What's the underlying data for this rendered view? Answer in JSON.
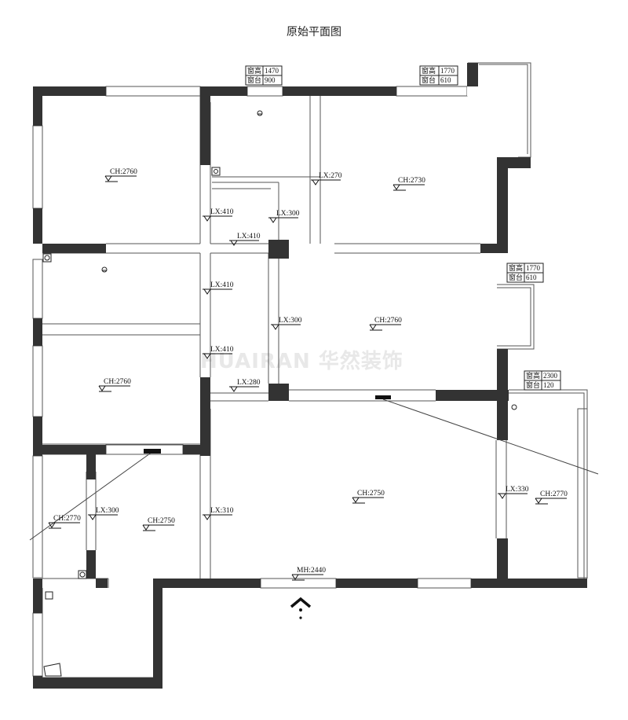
{
  "title": "原始平面图",
  "watermark": "HUAIRAN 华然装饰",
  "window_tags": [
    {
      "label_height": "窗高",
      "height": "1470",
      "label_sill": "窗台",
      "sill": "900"
    },
    {
      "label_height": "窗高",
      "height": "1770",
      "label_sill": "窗台",
      "sill": "610"
    },
    {
      "label_height": "窗高",
      "height": "1770",
      "label_sill": "窗台",
      "sill": "610"
    },
    {
      "label_height": "窗高",
      "height": "2300",
      "label_sill": "窗台",
      "sill": "120"
    }
  ],
  "ceiling_labels": [
    "CH:2760",
    "CH:2730",
    "CH:2760",
    "CH:2760",
    "CH:2770",
    "CH:2750",
    "CH:2750",
    "CH:2770",
    "MH:2440"
  ],
  "beam_labels": [
    "LX:270",
    "LX:410",
    "LX:300",
    "LX:410",
    "LX:410",
    "LX:410",
    "LX:300",
    "LX:280",
    "LX:300",
    "LX:310",
    "LX:330"
  ],
  "colors": {
    "wall": "#333333",
    "line": "#555555",
    "window": "#ffffff"
  }
}
